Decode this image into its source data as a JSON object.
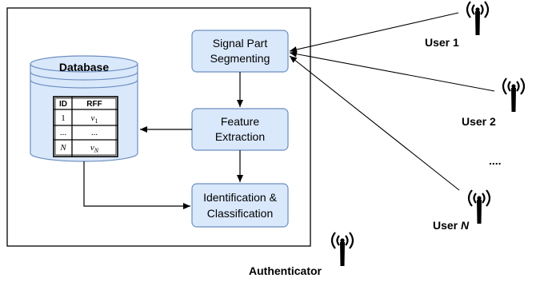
{
  "database": {
    "title": "Database",
    "table": {
      "headers": [
        "ID",
        "RFF"
      ],
      "rows": [
        {
          "id": "1",
          "rff": "v",
          "rff_sub": "1"
        },
        {
          "id": "...",
          "rff": "..."
        },
        {
          "id": "N",
          "rff": "v",
          "rff_sub": "N"
        }
      ]
    }
  },
  "blocks": {
    "segmenting": [
      "Signal Part",
      "Segmenting"
    ],
    "feature": [
      "Feature",
      "Extraction"
    ],
    "identification": [
      "Identification &",
      "Classification"
    ]
  },
  "users": {
    "user1": "User 1",
    "user2": "User 2",
    "ellipsis": "....",
    "userN_prefix": "User ",
    "userN_var": "N"
  },
  "authenticator": "Authenticator",
  "colors": {
    "block_fill": "#dae8fc",
    "block_stroke": "#6c8ebf",
    "line": "#000000"
  },
  "icons": [
    "antenna-icon"
  ]
}
